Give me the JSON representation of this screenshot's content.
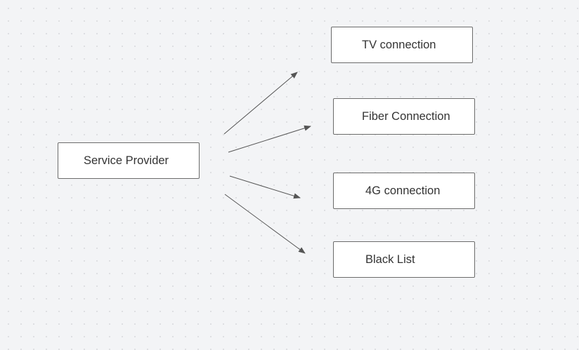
{
  "diagram": {
    "source": {
      "id": "service-provider",
      "label": "Service Provider"
    },
    "targets": [
      {
        "id": "tv-connection",
        "label": "TV connection"
      },
      {
        "id": "fiber-connection",
        "label": "Fiber Connection"
      },
      {
        "id": "4g-connection",
        "label": "4G connection"
      },
      {
        "id": "black-list",
        "label": "Black List"
      }
    ],
    "edges": [
      {
        "from": "service-provider",
        "to": "tv-connection"
      },
      {
        "from": "service-provider",
        "to": "fiber-connection"
      },
      {
        "from": "service-provider",
        "to": "4g-connection"
      },
      {
        "from": "service-provider",
        "to": "black-list"
      }
    ],
    "colors": {
      "background": "#f3f4f6",
      "node_fill": "#ffffff",
      "node_border": "#6b6b6b",
      "edge": "#555555",
      "text": "#333333"
    }
  }
}
